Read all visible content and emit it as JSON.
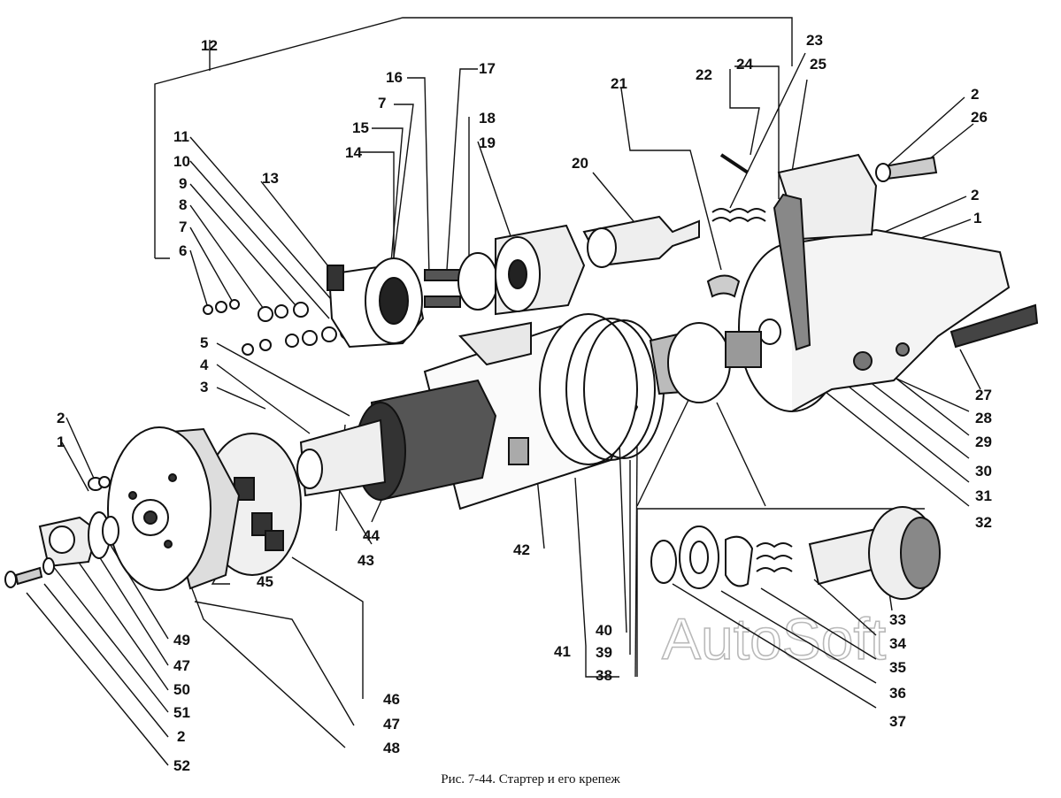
{
  "caption": "Рис. 7-44. Стартер и его крепеж",
  "watermark": "AutoSoft",
  "labels": {
    "l1a": "1",
    "l2a": "2",
    "l2b": "2",
    "l26": "26",
    "l27": "27",
    "l28": "28",
    "l29": "29",
    "l30": "30",
    "l31": "31",
    "l32": "32",
    "l23": "23",
    "l24": "24",
    "l25": "25",
    "l22": "22",
    "l21": "21",
    "l20": "20",
    "l17": "17",
    "l18": "18",
    "l19": "19",
    "l16": "16",
    "l7a": "7",
    "l15": "15",
    "l14": "14",
    "l12": "12",
    "l11": "11",
    "l10": "10",
    "l9": "9",
    "l8": "8",
    "l7b": "7",
    "l6": "6",
    "l13": "13",
    "l5": "5",
    "l4": "4",
    "l3": "3",
    "l2c": "2",
    "l1b": "1",
    "l44": "44",
    "l43": "43",
    "l42": "42",
    "l45": "45",
    "l49": "49",
    "l47a": "47",
    "l50": "50",
    "l51": "51",
    "l2d": "2",
    "l52": "52",
    "l46": "46",
    "l47b": "47",
    "l48": "48",
    "l41": "41",
    "l40": "40",
    "l39": "39",
    "l38": "38",
    "l33": "33",
    "l34": "34",
    "l35": "35",
    "l36": "36",
    "l37": "37"
  }
}
